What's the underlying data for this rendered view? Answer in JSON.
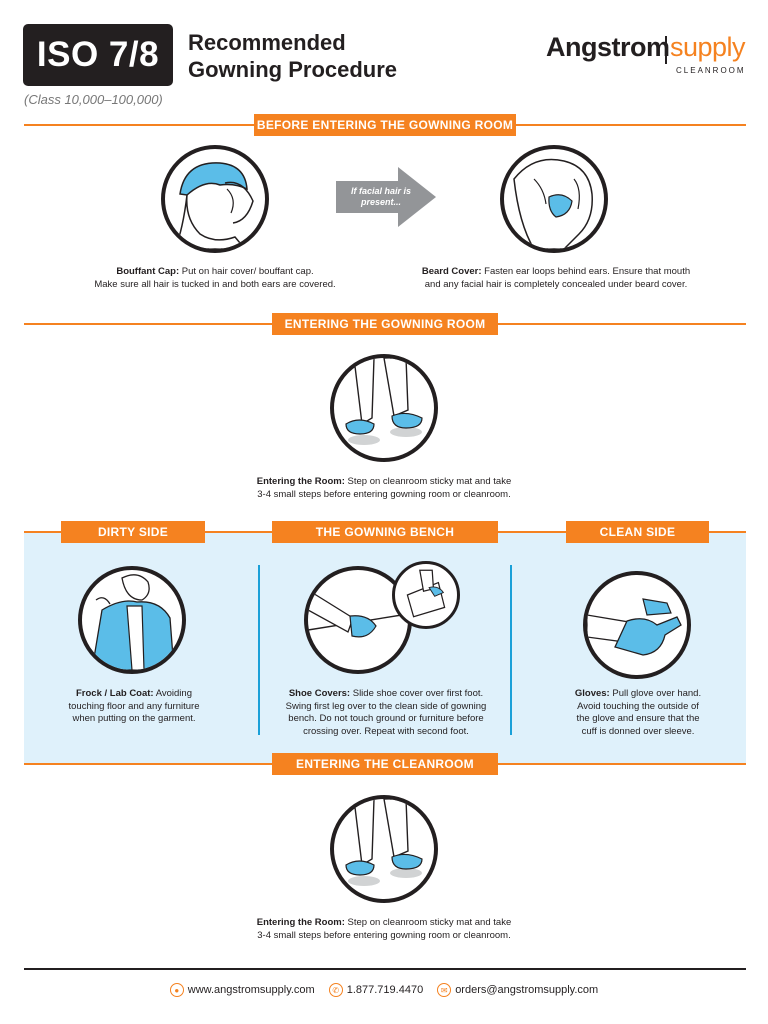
{
  "header": {
    "badge": "ISO 7/8",
    "title_line1": "Recommended",
    "title_line2": "Gowning Procedure",
    "subtitle": "(Class 10,000–100,000)"
  },
  "logo": {
    "brand": "Angstrom",
    "brand2": "supply",
    "sub": "CLEANROOM"
  },
  "sections": {
    "before": "BEFORE ENTERING THE GOWNING ROOM",
    "entering_gowning": "ENTERING THE GOWNING ROOM",
    "dirty": "DIRTY SIDE",
    "bench": "THE GOWNING BENCH",
    "clean": "CLEAN SIDE",
    "entering_cleanroom": "ENTERING THE CLEANROOM"
  },
  "arrow": {
    "text": "If facial hair is present..."
  },
  "steps": {
    "bouffant": {
      "title": "Bouffant Cap:",
      "line1": " Put on hair cover/ bouffant cap.",
      "line2": "Make sure all hair is tucked in and both ears are covered."
    },
    "beard": {
      "title": "Beard Cover:",
      "line1": " Fasten ear loops behind ears. Ensure that mouth",
      "line2": "and any facial hair is completely concealed under beard cover."
    },
    "room1": {
      "title": "Entering the Room:",
      "line1": " Step on cleanroom sticky mat and take",
      "line2": "3-4 small steps before entering gowning room or cleanroom."
    },
    "frock": {
      "title": "Frock / Lab Coat:",
      "line1": " Avoiding",
      "line2": "touching floor and any furniture",
      "line3": "when putting on the  garment."
    },
    "shoe": {
      "title": "Shoe Covers:",
      "line1": " Slide shoe cover over first foot.",
      "line2": "Swing first leg over to the clean side of gowning",
      "line3": "bench. Do not touch ground or furniture before",
      "line4": "crossing over. Repeat with second foot."
    },
    "gloves": {
      "title": "Gloves:",
      "line1": " Pull glove over hand.",
      "line2": "Avoid touching the outside of",
      "line3": "the glove and ensure that the",
      "line4": "cuff is donned over sleeve."
    },
    "room2": {
      "title": "Entering the Room:",
      "line1": " Step on cleanroom sticky mat and take",
      "line2": "3-4 small steps before entering gowning room or cleanroom."
    }
  },
  "footer": {
    "website": "www.angstromsupply.com",
    "phone": "1.877.719.4470",
    "email": "orders@angstromsupply.com",
    "website_icon": "globe-icon",
    "phone_icon": "phone-icon",
    "email_icon": "email-icon"
  },
  "colors": {
    "accent": "#f58220",
    "panel": "#dff1fb",
    "divider": "#1aa0d8",
    "dark": "#231f20"
  }
}
